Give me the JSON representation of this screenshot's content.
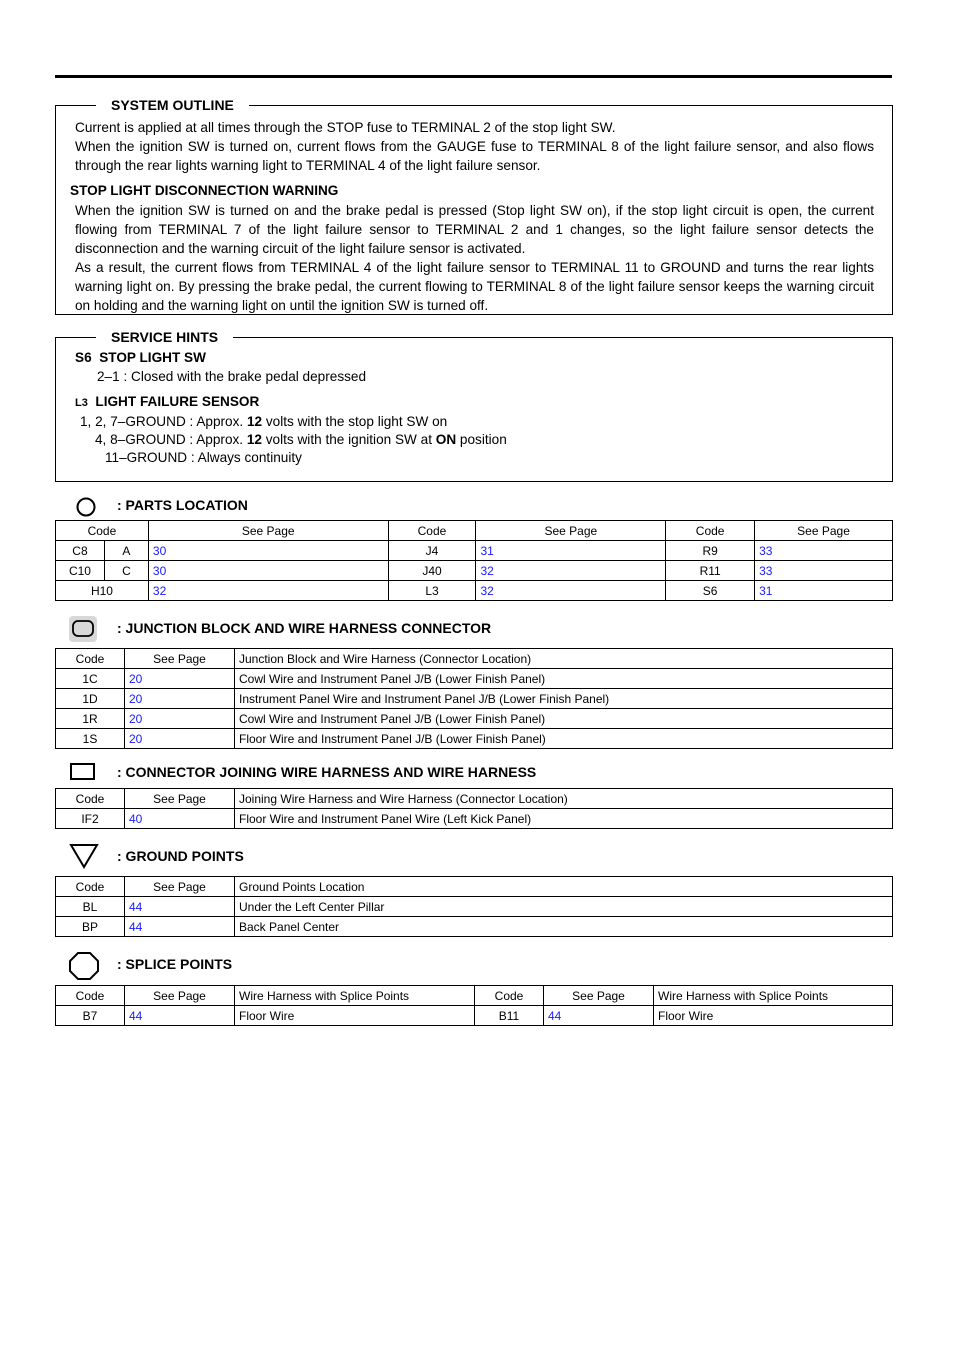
{
  "system_outline": {
    "title": "SYSTEM OUTLINE",
    "p1": "Current is applied at all times through the STOP fuse to TERMINAL 2 of the stop light SW.",
    "p2": "When the ignition SW is turned on, current flows from the GAUGE fuse to TERMINAL 8 of the light failure sensor, and also flows through the rear lights warning light to TERMINAL 4 of the light failure sensor.",
    "subhead": "STOP LIGHT DISCONNECTION WARNING",
    "p3": "When the ignition SW is turned on and the brake pedal is pressed (Stop light SW on), if the stop light circuit is open, the current flowing from TERMINAL 7 of the light failure sensor to TERMINAL 2 and 1 changes, so the light failure sensor detects the disconnection and the warning circuit of the light failure sensor is activated.",
    "p4": "As a result, the current flows from TERMINAL 4 of the light failure sensor to TERMINAL 11 to GROUND and turns the rear lights warning light on. By pressing the brake pedal, the current flowing to TERMINAL 8 of the light failure sensor keeps the warning circuit on holding and the warning light on until the ignition SW is turned off."
  },
  "service_hints": {
    "title": "SERVICE HINTS",
    "s6_code": "S6",
    "s6_name": "STOP LIGHT SW",
    "s6_line1": "2–1 : Closed with the brake pedal depressed",
    "l3_code": "L3",
    "l3_name": "LIGHT FAILURE SENSOR",
    "l3_line1_pre": "1, 2, 7–GROUND : Approx. ",
    "l3_line1_bold": "12",
    "l3_line1_post": " volts with the stop light SW on",
    "l3_line2_pre": "4, 8–GROUND : Approx. ",
    "l3_line2_bold": "12",
    "l3_line2_mid": " volts with the ignition SW at ",
    "l3_line2_bold2": "ON",
    "l3_line2_post": " position",
    "l3_line3": "11–GROUND : Always continuity"
  },
  "parts_location": {
    "title": ": PARTS LOCATION",
    "header": {
      "code": "Code",
      "see_page": "See Page"
    },
    "rows": [
      {
        "a_code": "C8",
        "a_sub": "A",
        "a_page": "30",
        "b_code": "J4",
        "b_page": "31",
        "c_code": "R9",
        "c_page": "33"
      },
      {
        "a_code": "C10",
        "a_sub": "C",
        "a_page": "30",
        "b_code": "J40",
        "b_page": "32",
        "c_code": "R11",
        "c_page": "33"
      },
      {
        "a_code": "H10",
        "a_sub": "",
        "a_page": "32",
        "b_code": "L3",
        "b_page": "32",
        "c_code": "S6",
        "c_page": "31"
      }
    ]
  },
  "junction_block": {
    "title": ": JUNCTION BLOCK AND WIRE HARNESS CONNECTOR",
    "header": {
      "code": "Code",
      "see_page": "See Page",
      "desc": "Junction Block and Wire Harness (Connector Location)"
    },
    "rows": [
      {
        "code": "1C",
        "page": "20",
        "desc": "Cowl Wire and Instrument Panel J/B (Lower Finish Panel)"
      },
      {
        "code": "1D",
        "page": "20",
        "desc": "Instrument Panel Wire and Instrument Panel J/B (Lower Finish Panel)"
      },
      {
        "code": "1R",
        "page": "20",
        "desc": "Cowl Wire and Instrument Panel J/B (Lower Finish Panel)"
      },
      {
        "code": "1S",
        "page": "20",
        "desc": "Floor Wire and Instrument Panel J/B (Lower Finish Panel)"
      }
    ]
  },
  "connector_joining": {
    "title": ": CONNECTOR JOINING WIRE HARNESS AND WIRE HARNESS",
    "header": {
      "code": "Code",
      "see_page": "See Page",
      "desc": "Joining Wire Harness and Wire Harness (Connector Location)"
    },
    "rows": [
      {
        "code": "IF2",
        "page": "40",
        "desc": "Floor Wire and Instrument Panel Wire (Left Kick Panel)"
      }
    ]
  },
  "ground_points": {
    "title": ": GROUND POINTS",
    "header": {
      "code": "Code",
      "see_page": "See Page",
      "desc": "Ground Points Location"
    },
    "rows": [
      {
        "code": "BL",
        "page": "44",
        "desc": "Under the Left Center Pillar"
      },
      {
        "code": "BP",
        "page": "44",
        "desc": "Back Panel Center"
      }
    ]
  },
  "splice_points": {
    "title": ": SPLICE POINTS",
    "header": {
      "code": "Code",
      "see_page": "See Page",
      "desc": "Wire Harness with Splice Points"
    },
    "rows": [
      {
        "a_code": "B7",
        "a_page": "44",
        "a_desc": "Floor Wire",
        "b_code": "B11",
        "b_page": "44",
        "b_desc": "Floor Wire"
      }
    ]
  },
  "icons": {
    "parts": "circle-icon",
    "junction": "rounded-rect-icon",
    "connector": "rectangle-icon",
    "ground": "triangle-icon",
    "splice": "octagon-icon"
  },
  "colors": {
    "page_link": "#1a1aff"
  }
}
